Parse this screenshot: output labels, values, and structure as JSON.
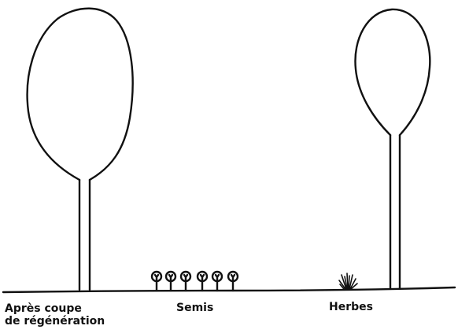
{
  "labels": {
    "after_cut_line1": "Après coupe",
    "after_cut_line2": "de régénération",
    "seedlings": "Semis",
    "grasses": "Herbes"
  },
  "colors": {
    "ink": "#111111",
    "background": "#ffffff"
  },
  "elements": {
    "trees": 2,
    "seedlings": 6,
    "grass_tufts": 1
  }
}
